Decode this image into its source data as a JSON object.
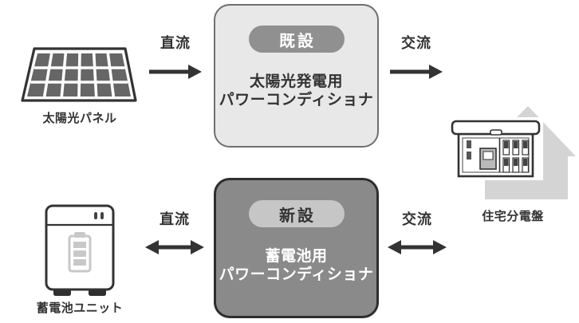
{
  "nodes": {
    "solar_panel": {
      "label": "太陽光パネル",
      "icon": "solar-panel-icon"
    },
    "pv_conditioner": {
      "badge": "既設",
      "name_line1": "太陽光発電用",
      "name_line2": "パワーコンディショナ"
    },
    "battery_unit": {
      "label": "蓄電池ユニット",
      "icon": "battery-unit-icon"
    },
    "battery_conditioner": {
      "badge": "新設",
      "name_line1": "蓄電池用",
      "name_line2": "パワーコンディショナ"
    },
    "distribution_board": {
      "label": "住宅分電盤",
      "icon": "house-distribution-board-icon"
    }
  },
  "flows": {
    "pv_dc": {
      "label": "直流",
      "direction": "right"
    },
    "pv_ac": {
      "label": "交流",
      "direction": "right"
    },
    "battery_dc": {
      "label": "直流",
      "direction": "both"
    },
    "battery_ac": {
      "label": "交流",
      "direction": "both"
    }
  },
  "colors": {
    "ink": "#333333",
    "existing_box_bg": "#e8e8e8",
    "existing_box_border": "#6f6f6f",
    "existing_badge_bg": "#909090",
    "new_box_bg": "#8a8a8a",
    "new_box_border": "#2e2e2e",
    "new_badge_bg": "#c6c6c6",
    "house_silhouette": "#d4d4d4",
    "battery_glyph": "#c8c8c8",
    "solar_cell": "#666666"
  }
}
